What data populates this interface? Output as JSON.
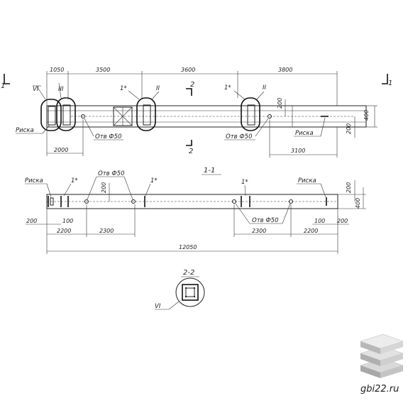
{
  "dimensions_top": {
    "d1050": "1050",
    "d3500": "3500",
    "d3600": "3600",
    "d3800": "3800",
    "d2000": "2000",
    "d3100": "3100",
    "d200": "200",
    "d400": "400",
    "d200b": "200"
  },
  "dimensions_bottom": {
    "d200a": "200",
    "d100a": "100",
    "d2200a": "2200",
    "d2300a": "2300",
    "d2300b": "2300",
    "d2200b": "2200",
    "d100b": "100",
    "d200b": "200",
    "d12050": "12050",
    "d200v": "200",
    "d400v": "400",
    "d200hole": "200"
  },
  "labels": {
    "riska": "Риска",
    "hole": "Отв Ф50",
    "hole_lower": "Отв Ф50",
    "mark1": "1*",
    "roman2": "II",
    "roman3": "III",
    "roman6": "VI",
    "sec1": "1",
    "sec2": "2",
    "section11": "1-1",
    "section22": "2-2"
  },
  "watermark": "gbi22.ru",
  "icon": "stacked-slabs-logo"
}
